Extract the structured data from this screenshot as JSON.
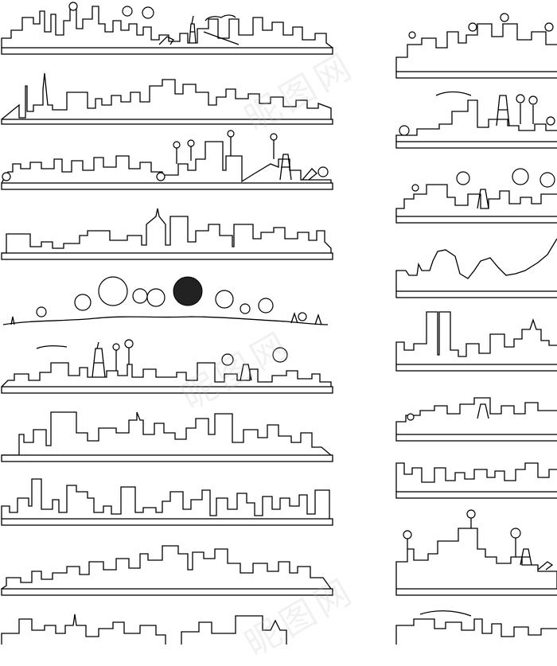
{
  "watermark": {
    "text": "昵图网"
  },
  "sheet": {
    "panels_left": [
      "skyline-industrial-1",
      "skyline-tower",
      "skyline-industrial-2",
      "skyline-spire",
      "skyline-trees",
      "skyline-industrial-3",
      "skyline-city-1",
      "skyline-city-2",
      "skyline-city-3",
      "skyline-church"
    ],
    "panels_right": [
      "skyline-right-1",
      "skyline-right-factory",
      "skyline-right-trees",
      "skyline-right-hills",
      "skyline-right-twin",
      "skyline-right-industrial",
      "skyline-right-blocks",
      "skyline-right-factory-2",
      "skyline-right-smoke"
    ]
  },
  "colors": {
    "line": "#000000",
    "background": "#ffffff",
    "watermark": "#bebebe"
  }
}
